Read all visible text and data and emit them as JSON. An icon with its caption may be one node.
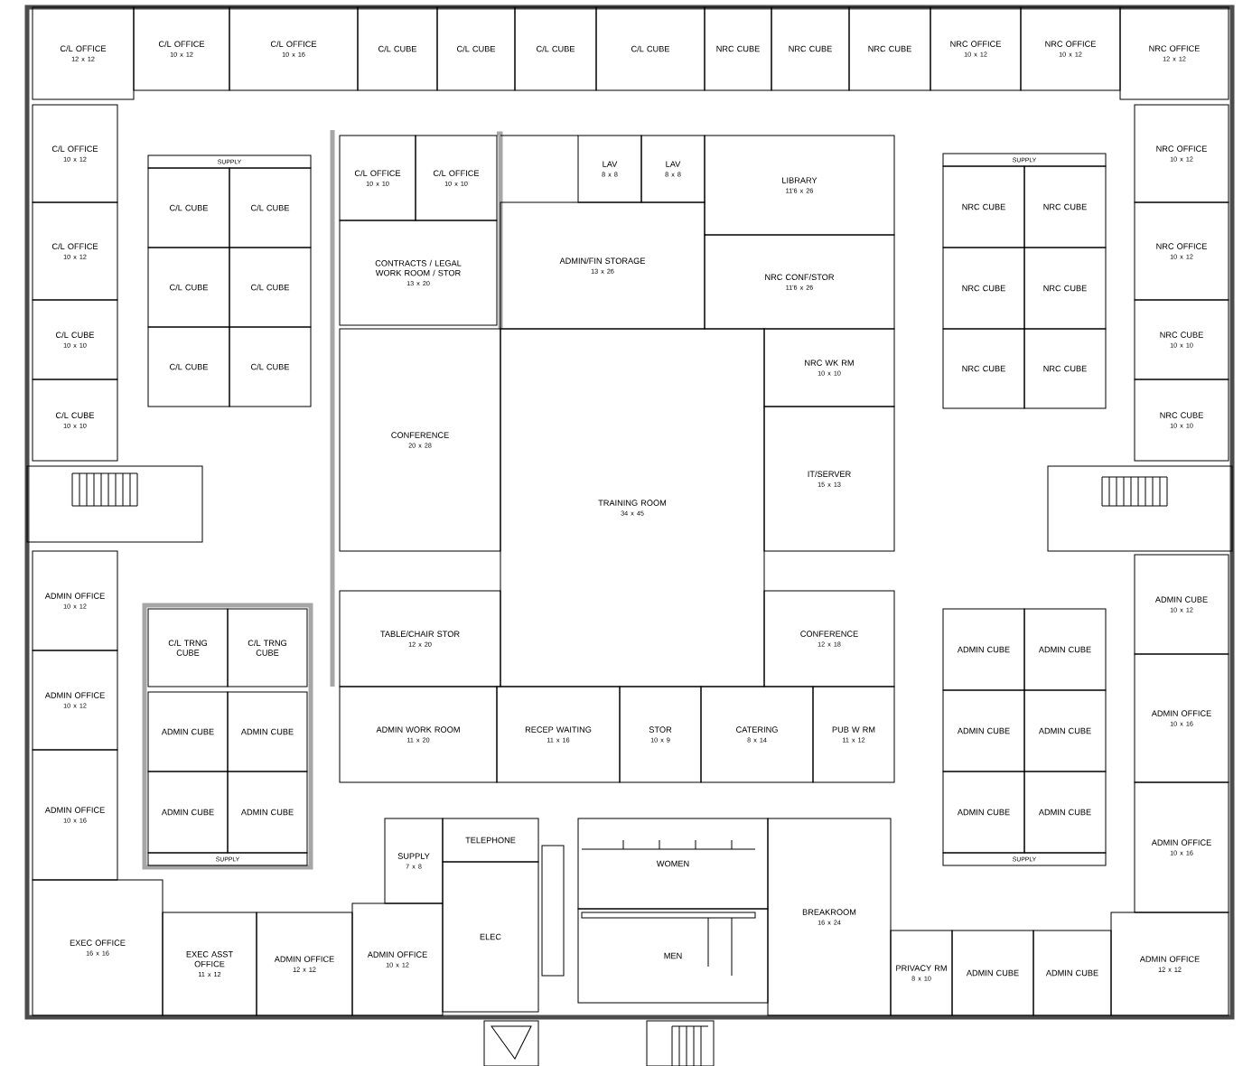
{
  "diagram": {
    "nodes": [
      {
        "text": [
          "C/L OFFICE",
          "12 x 12"
        ]
      },
      {
        "text": [
          "C/L OFFICE",
          "10 x 12"
        ]
      },
      {
        "text": [
          "C/L OFFICE",
          "10 x 16"
        ]
      },
      {
        "text": [
          "C/L CUBE"
        ]
      },
      {
        "text": [
          "C/L CUBE"
        ]
      },
      {
        "text": [
          "C/L CUBE"
        ]
      },
      {
        "text": [
          "C/L CUBE"
        ]
      },
      {
        "text": [
          "NRC CUBE"
        ]
      },
      {
        "text": [
          "NRC CUBE"
        ]
      },
      {
        "text": [
          "NRC CUBE"
        ]
      },
      {
        "text": [
          "NRC OFFICE",
          "10 x 12"
        ]
      },
      {
        "text": [
          "NRC OFFICE",
          "10 x 12"
        ]
      },
      {
        "text": [
          "NRC OFFICE",
          "12 x 12"
        ]
      },
      {
        "text": [
          "C/L OFFICE",
          "10 x 12"
        ]
      },
      {
        "text": [
          "C/L OFFICE",
          "10 x 12"
        ]
      },
      {
        "text": [
          "SUPPLY"
        ]
      },
      {
        "text": [
          "C/L OFFICE",
          "10 x 10"
        ]
      },
      {
        "text": [
          "C/L OFFICE",
          "10 x 10"
        ]
      },
      {
        "text": [
          "LAV",
          "8 x 8"
        ]
      },
      {
        "text": [
          "LAV",
          "8 x 8"
        ]
      },
      {
        "text": [
          "LIBRARY",
          "11'6 x 26"
        ]
      },
      {
        "text": [
          "SUPPLY"
        ]
      },
      {
        "text": [
          "NRC OFFICE",
          "10 x 12"
        ]
      },
      {
        "text": [
          "C/L CUBE"
        ]
      },
      {
        "text": [
          "C/L CUBE"
        ]
      },
      {
        "text": [
          "NRC CUBE"
        ]
      },
      {
        "text": [
          "NRC CUBE"
        ]
      },
      {
        "text": [
          "NRC OFFICE",
          "10 x 12"
        ]
      },
      {
        "text": [
          "CONTRACTS / LEGAL WORK ROOM / STOR",
          "13 x 20"
        ]
      },
      {
        "text": [
          "ADMIN/FIN STORAGE",
          "13 x 26"
        ]
      },
      {
        "text": [
          "NRC CONF/STOR",
          "11'6 x 26"
        ]
      },
      {
        "text": [
          "C/L CUBE"
        ]
      },
      {
        "text": [
          "C/L CUBE"
        ]
      },
      {
        "text": [
          "NRC CUBE"
        ]
      },
      {
        "text": [
          "NRC CUBE"
        ]
      },
      {
        "text": [
          "C/L CUBE",
          "10 x 10"
        ]
      },
      {
        "text": [
          "NRC CUBE",
          "10 x 10"
        ]
      },
      {
        "text": [
          "C/L CUBE"
        ]
      },
      {
        "text": [
          "C/L CUBE"
        ]
      },
      {
        "text": [
          "NRC CUBE"
        ]
      },
      {
        "text": [
          "NRC CUBE"
        ]
      },
      {
        "text": [
          "CONFERENCE",
          "20 x 28"
        ]
      },
      {
        "text": [
          "TRAINING ROOM",
          "34 x 45"
        ]
      },
      {
        "text": [
          "NRC WK RM",
          "10 x 10"
        ]
      },
      {
        "text": [
          "C/L CUBE",
          "10 x 10"
        ]
      },
      {
        "text": [
          "NRC CUBE",
          "10 x 10"
        ]
      },
      {
        "text": [
          "IT/SERVER",
          "15 x 13"
        ]
      },
      {
        "text": [
          "ADMIN OFFICE",
          "10 x 12"
        ]
      },
      {
        "text": [
          "ADMIN CUBE",
          "10 x 12"
        ]
      },
      {
        "text": [
          "C/L TRNG CUBE"
        ]
      },
      {
        "text": [
          "C/L TRNG CUBE"
        ]
      },
      {
        "text": [
          "TABLE/CHAIR STOR",
          "12 x 20"
        ]
      },
      {
        "text": [
          "CONFERENCE",
          "12 x 18"
        ]
      },
      {
        "text": [
          "ADMIN CUBE"
        ]
      },
      {
        "text": [
          "ADMIN CUBE"
        ]
      },
      {
        "text": [
          "ADMIN OFFICE",
          "10 x 12"
        ]
      },
      {
        "text": [
          "ADMIN OFFICE",
          "10 x 16"
        ]
      },
      {
        "text": [
          "ADMIN WORK ROOM",
          "11 x 20"
        ]
      },
      {
        "text": [
          "RECEP WAITING",
          "11 x 16"
        ]
      },
      {
        "text": [
          "STOR",
          "10 x 9"
        ]
      },
      {
        "text": [
          "CATERING",
          "8 x 14"
        ]
      },
      {
        "text": [
          "PUB W RM",
          "11 x 12"
        ]
      },
      {
        "text": [
          "ADMIN CUBE"
        ]
      },
      {
        "text": [
          "ADMIN CUBE"
        ]
      },
      {
        "text": [
          "ADMIN CUBE"
        ]
      },
      {
        "text": [
          "ADMIN CUBE"
        ]
      },
      {
        "text": [
          "ADMIN OFFICE",
          "10 x 16"
        ]
      },
      {
        "text": [
          "ADMIN CUBE"
        ]
      },
      {
        "text": [
          "ADMIN CUBE"
        ]
      },
      {
        "text": [
          "ADMIN CUBE"
        ]
      },
      {
        "text": [
          "ADMIN CUBE"
        ]
      },
      {
        "text": [
          "ADMIN OFFICE",
          "10 x 16"
        ]
      },
      {
        "text": [
          "SUPPLY"
        ]
      },
      {
        "text": [
          "SUPPLY"
        ]
      },
      {
        "text": [
          "SUPPLY",
          "7 x 8"
        ]
      },
      {
        "text": [
          "TELEPHONE"
        ]
      },
      {
        "text": [
          "WOMEN"
        ]
      },
      {
        "text": [
          "BREAKROOM",
          "16 x 24"
        ]
      },
      {
        "text": [
          "ELEC"
        ]
      },
      {
        "text": [
          "EXEC OFFICE",
          "16 x 16"
        ]
      },
      {
        "text": [
          "MEN"
        ]
      },
      {
        "text": [
          "EXEC ASST OFFICE",
          "11 x 12"
        ]
      },
      {
        "text": [
          "ADMIN OFFICE",
          "12 x 12"
        ]
      },
      {
        "text": [
          "ADMIN OFFICE",
          "10 x 12"
        ]
      },
      {
        "text": [
          "PRIVACY RM",
          "8 x 10"
        ]
      },
      {
        "text": [
          "ADMIN CUBE"
        ]
      },
      {
        "text": [
          "ADMIN CUBE"
        ]
      },
      {
        "text": [
          "ADMIN OFFICE",
          "12 x 12"
        ]
      }
    ]
  }
}
